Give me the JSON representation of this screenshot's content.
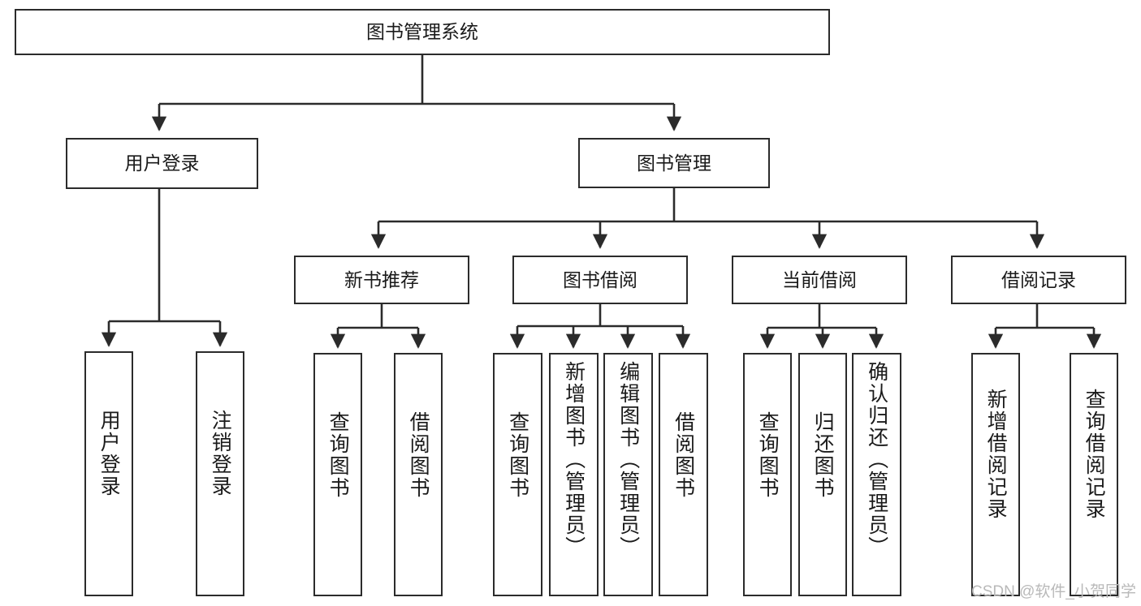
{
  "diagram": {
    "type": "tree-hierarchy",
    "title": "图书管理系统",
    "watermark": "CSDN @软件_小贺同学",
    "colors": {
      "border": "#2b2b2b",
      "background": "#ffffff",
      "text": "#1a1a1a",
      "edge": "#2b2b2b",
      "watermark": "#b9b9b9"
    },
    "nodes": {
      "root": {
        "label": "图书管理系统",
        "level": 1
      },
      "level2": [
        {
          "id": "user-login",
          "label": "用户登录"
        },
        {
          "id": "book-management",
          "label": "图书管理"
        }
      ],
      "level3": [
        {
          "id": "new-book-recommend",
          "label": "新书推荐",
          "parent": "book-management"
        },
        {
          "id": "book-borrow",
          "label": "图书借阅",
          "parent": "book-management"
        },
        {
          "id": "current-borrow",
          "label": "当前借阅",
          "parent": "book-management"
        },
        {
          "id": "borrow-record",
          "label": "借阅记录",
          "parent": "book-management"
        }
      ],
      "leaves": {
        "user-login": [
          {
            "id": "leaf-user-login",
            "label": "用户登录"
          },
          {
            "id": "leaf-user-logout",
            "label": "注销登录"
          }
        ],
        "new-book-recommend": [
          {
            "id": "leaf-query-book-1",
            "label": "查询图书"
          },
          {
            "id": "leaf-borrow-book-1",
            "label": "借阅图书"
          }
        ],
        "book-borrow": [
          {
            "id": "leaf-query-book-2",
            "label": "查询图书"
          },
          {
            "id": "leaf-add-book",
            "label": "新增图书（管理员）"
          },
          {
            "id": "leaf-edit-book",
            "label": "编辑图书（管理员）"
          },
          {
            "id": "leaf-borrow-book-2",
            "label": "借阅图书"
          }
        ],
        "current-borrow": [
          {
            "id": "leaf-query-book-3",
            "label": "查询图书"
          },
          {
            "id": "leaf-return-book",
            "label": "归还图书"
          },
          {
            "id": "leaf-confirm-return",
            "label": "确认归还（管理员）"
          }
        ],
        "borrow-record": [
          {
            "id": "leaf-add-record",
            "label": "新增借阅记录"
          },
          {
            "id": "leaf-query-record",
            "label": "查询借阅记录"
          }
        ]
      }
    }
  }
}
